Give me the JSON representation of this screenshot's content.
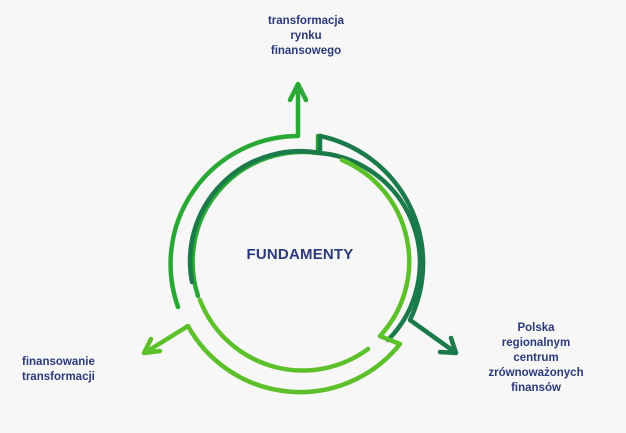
{
  "center": {
    "title": "FUNDAMENTY"
  },
  "outputs": {
    "top": [
      "transformacja",
      "rynku",
      "finansowego"
    ],
    "right": [
      "Polska",
      "regionalnym",
      "centrum",
      "zrównoważonych",
      "finansów"
    ],
    "left": [
      "finansowanie",
      "transformacji"
    ]
  },
  "colors": {
    "text": "#2a3a7a",
    "arrow_top": "#2aa836",
    "arrow_right": "#1a7a4a",
    "arrow_left": "#5cc02a",
    "background": "#f7f7f7"
  }
}
